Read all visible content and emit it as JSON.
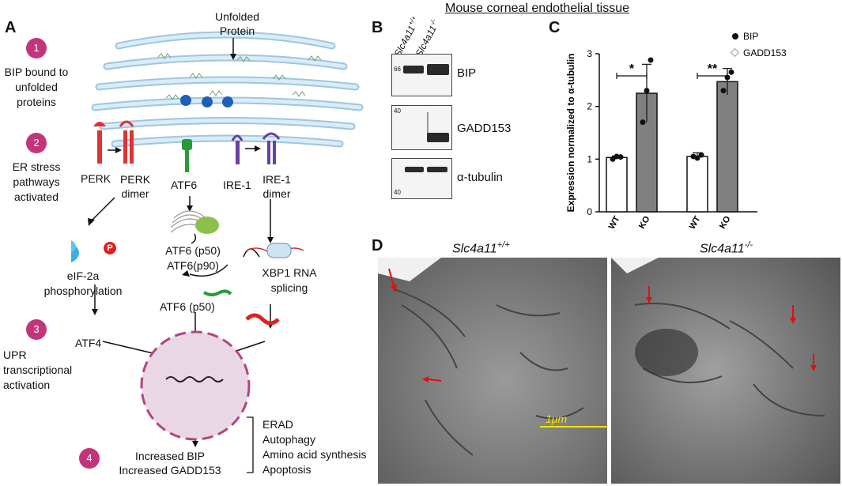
{
  "figure_title": "Mouse corneal endothelial tissue",
  "panels": {
    "A": "A",
    "B": "B",
    "C": "C",
    "D": "D"
  },
  "panel_a": {
    "steps": [
      {
        "num": "1",
        "label": "BIP bound to unfolded proteins"
      },
      {
        "num": "2",
        "label": "ER stress pathways activated"
      },
      {
        "num": "3",
        "label": "UPR transcriptional activation"
      },
      {
        "num": "4",
        "label": ""
      }
    ],
    "unfolded_protein": "Unfolded Protein",
    "perk": "PERK",
    "perk_dimer": "PERK dimer",
    "atf6": "ATF6",
    "ire1": "IRE-1",
    "ire1_dimer": "IRE-1 dimer",
    "eif2a": "eIF-2a phosphorylation",
    "p_label": "P",
    "atf6_forms": "ATF6 (p50) ATF6(p90)",
    "xbp1": "XBP1 RNA splicing",
    "atf6_p50": "ATF6 (p50)",
    "atf4": "ATF4",
    "outcome1": "Increased BIP",
    "outcome2": "Increased GADD153",
    "effects": [
      "ERAD",
      "Autophagy",
      "Amino acid synthesis",
      "Apoptosis"
    ]
  },
  "panel_b": {
    "lanes": [
      "Slc4a11+/+",
      "Slc4a11-/-"
    ],
    "blots": [
      {
        "name": "BIP",
        "marker": "66"
      },
      {
        "name": "GADD153",
        "marker": "40"
      },
      {
        "name": "α-tubulin",
        "marker": "40"
      }
    ]
  },
  "panel_d": {
    "left_label": "Slc4a11+/+",
    "right_label": "Slc4a11-/-",
    "scale": "1μm"
  },
  "chart_data": {
    "type": "bar",
    "ylabel": "Expression normalized to α-tubulin",
    "ylim": [
      0,
      3
    ],
    "yticks": [
      "0",
      "1",
      "2",
      "3"
    ],
    "categories": [
      "WT",
      "KO",
      "WT",
      "KO"
    ],
    "groups": [
      "BIP",
      "GADD153"
    ],
    "legend": [
      "BIP",
      "GADD153"
    ],
    "legend_position": "top-right",
    "values": [
      1.03,
      2.25,
      1.05,
      2.47
    ],
    "errors": [
      0.03,
      0.55,
      0.07,
      0.25
    ],
    "bar_colors": [
      "#ffffff",
      "#808080",
      "#ffffff",
      "#808080"
    ],
    "significance": [
      "*",
      "**"
    ],
    "points": [
      [
        1.0,
        1.05,
        1.04
      ],
      [
        1.7,
        2.3,
        2.88
      ],
      [
        1.05,
        1.02,
        1.08
      ],
      [
        2.3,
        2.55,
        2.65
      ]
    ]
  }
}
